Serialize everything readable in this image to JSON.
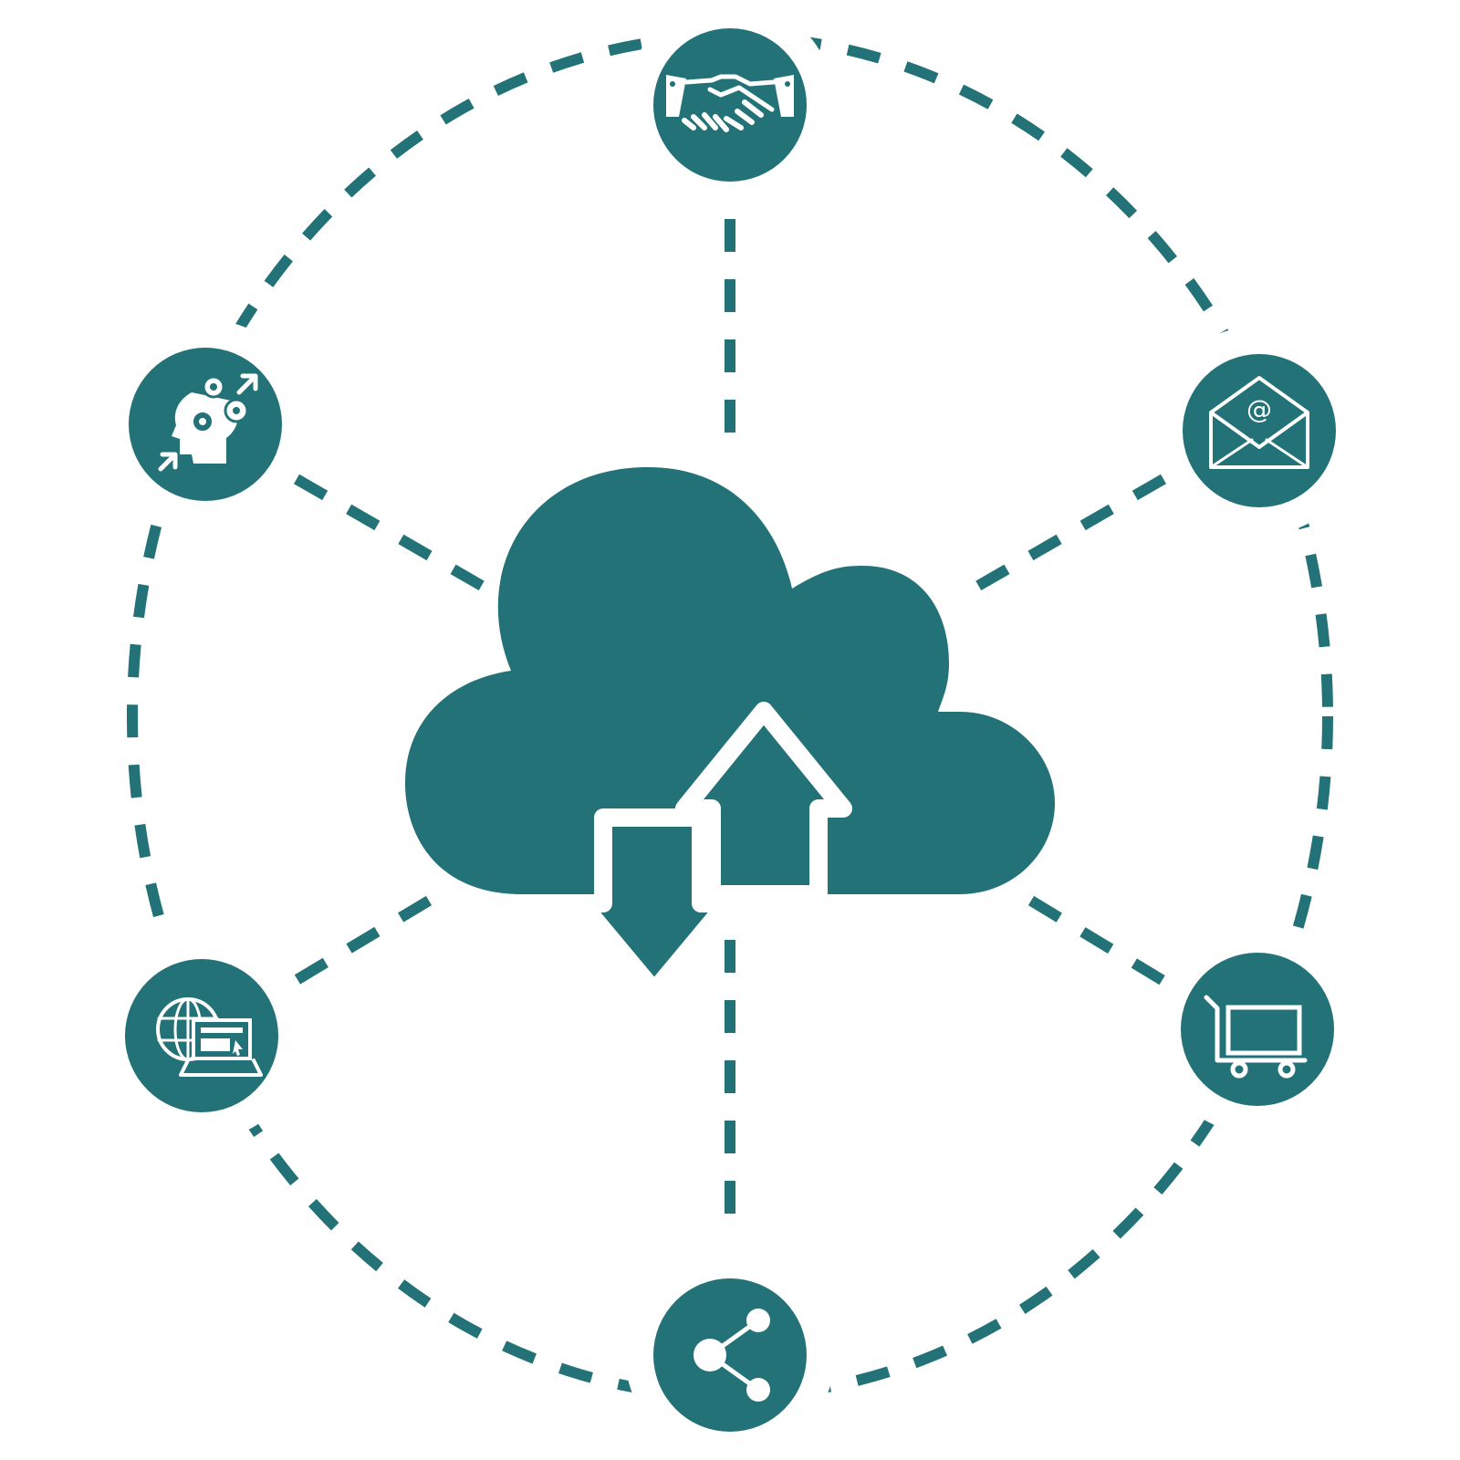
{
  "colors": {
    "primary": "#227278",
    "background": "#ffffff",
    "icon": "#ffffff"
  },
  "center": {
    "icon": "cloud-upload-download-icon"
  },
  "nodes": [
    {
      "id": "top",
      "icon": "handshake-icon"
    },
    {
      "id": "upper-left",
      "icon": "head-gears-icon"
    },
    {
      "id": "upper-right",
      "icon": "email-envelope-icon"
    },
    {
      "id": "lower-left",
      "icon": "web-browser-laptop-icon"
    },
    {
      "id": "lower-right",
      "icon": "shopping-cart-icon"
    },
    {
      "id": "bottom",
      "icon": "share-icon"
    }
  ]
}
